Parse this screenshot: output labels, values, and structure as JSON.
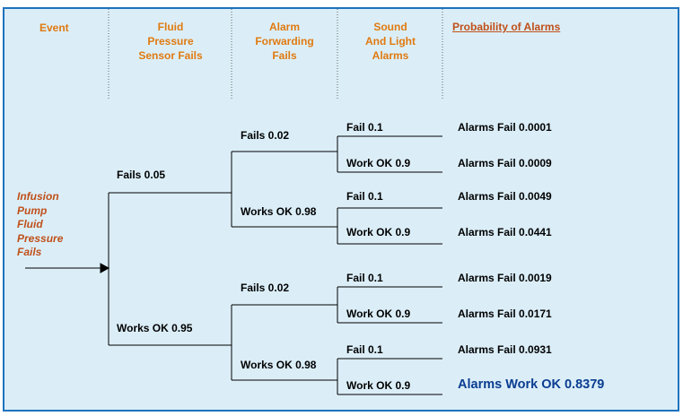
{
  "headers": {
    "event": "Event",
    "sensor": [
      "Fluid",
      "Pressure",
      "Sensor Fails"
    ],
    "forward": [
      "Alarm",
      "Forwarding",
      "Fails"
    ],
    "sound": [
      "Sound",
      "And Light",
      "Alarms"
    ],
    "probability": "Probability of Alarms"
  },
  "event_label": [
    "Infusion",
    "Pump",
    "Fluid",
    "Pressure",
    "Fails"
  ],
  "level1": {
    "fails": "Fails  0.05",
    "works": "Works OK  0.95"
  },
  "level2": {
    "upper_fails": "Fails  0.02",
    "upper_works": "Works OK  0.98",
    "lower_fails": "Fails  0.02",
    "lower_works": "Works OK  0.98"
  },
  "level3": [
    "Fail  0.1",
    "Work OK  0.9",
    "Fail  0.1",
    "Work OK  0.9",
    "Fail  0.1",
    "Work OK  0.9",
    "Fail  0.1",
    "Work OK  0.9"
  ],
  "outcomes": [
    "Alarms Fail  0.0001",
    "Alarms Fail  0.0009",
    "Alarms Fail  0.0049",
    "Alarms Fail  0.0441",
    "Alarms Fail  0.0019",
    "Alarms Fail  0.0171",
    "Alarms Fail  0.0931",
    "Alarms Work OK  0.8379"
  ],
  "colors": {
    "background": "#dbeef8",
    "border": "#1e73be",
    "header": "#e07a10",
    "event": "#c0501a",
    "final_outcome": "#0a3d91"
  }
}
